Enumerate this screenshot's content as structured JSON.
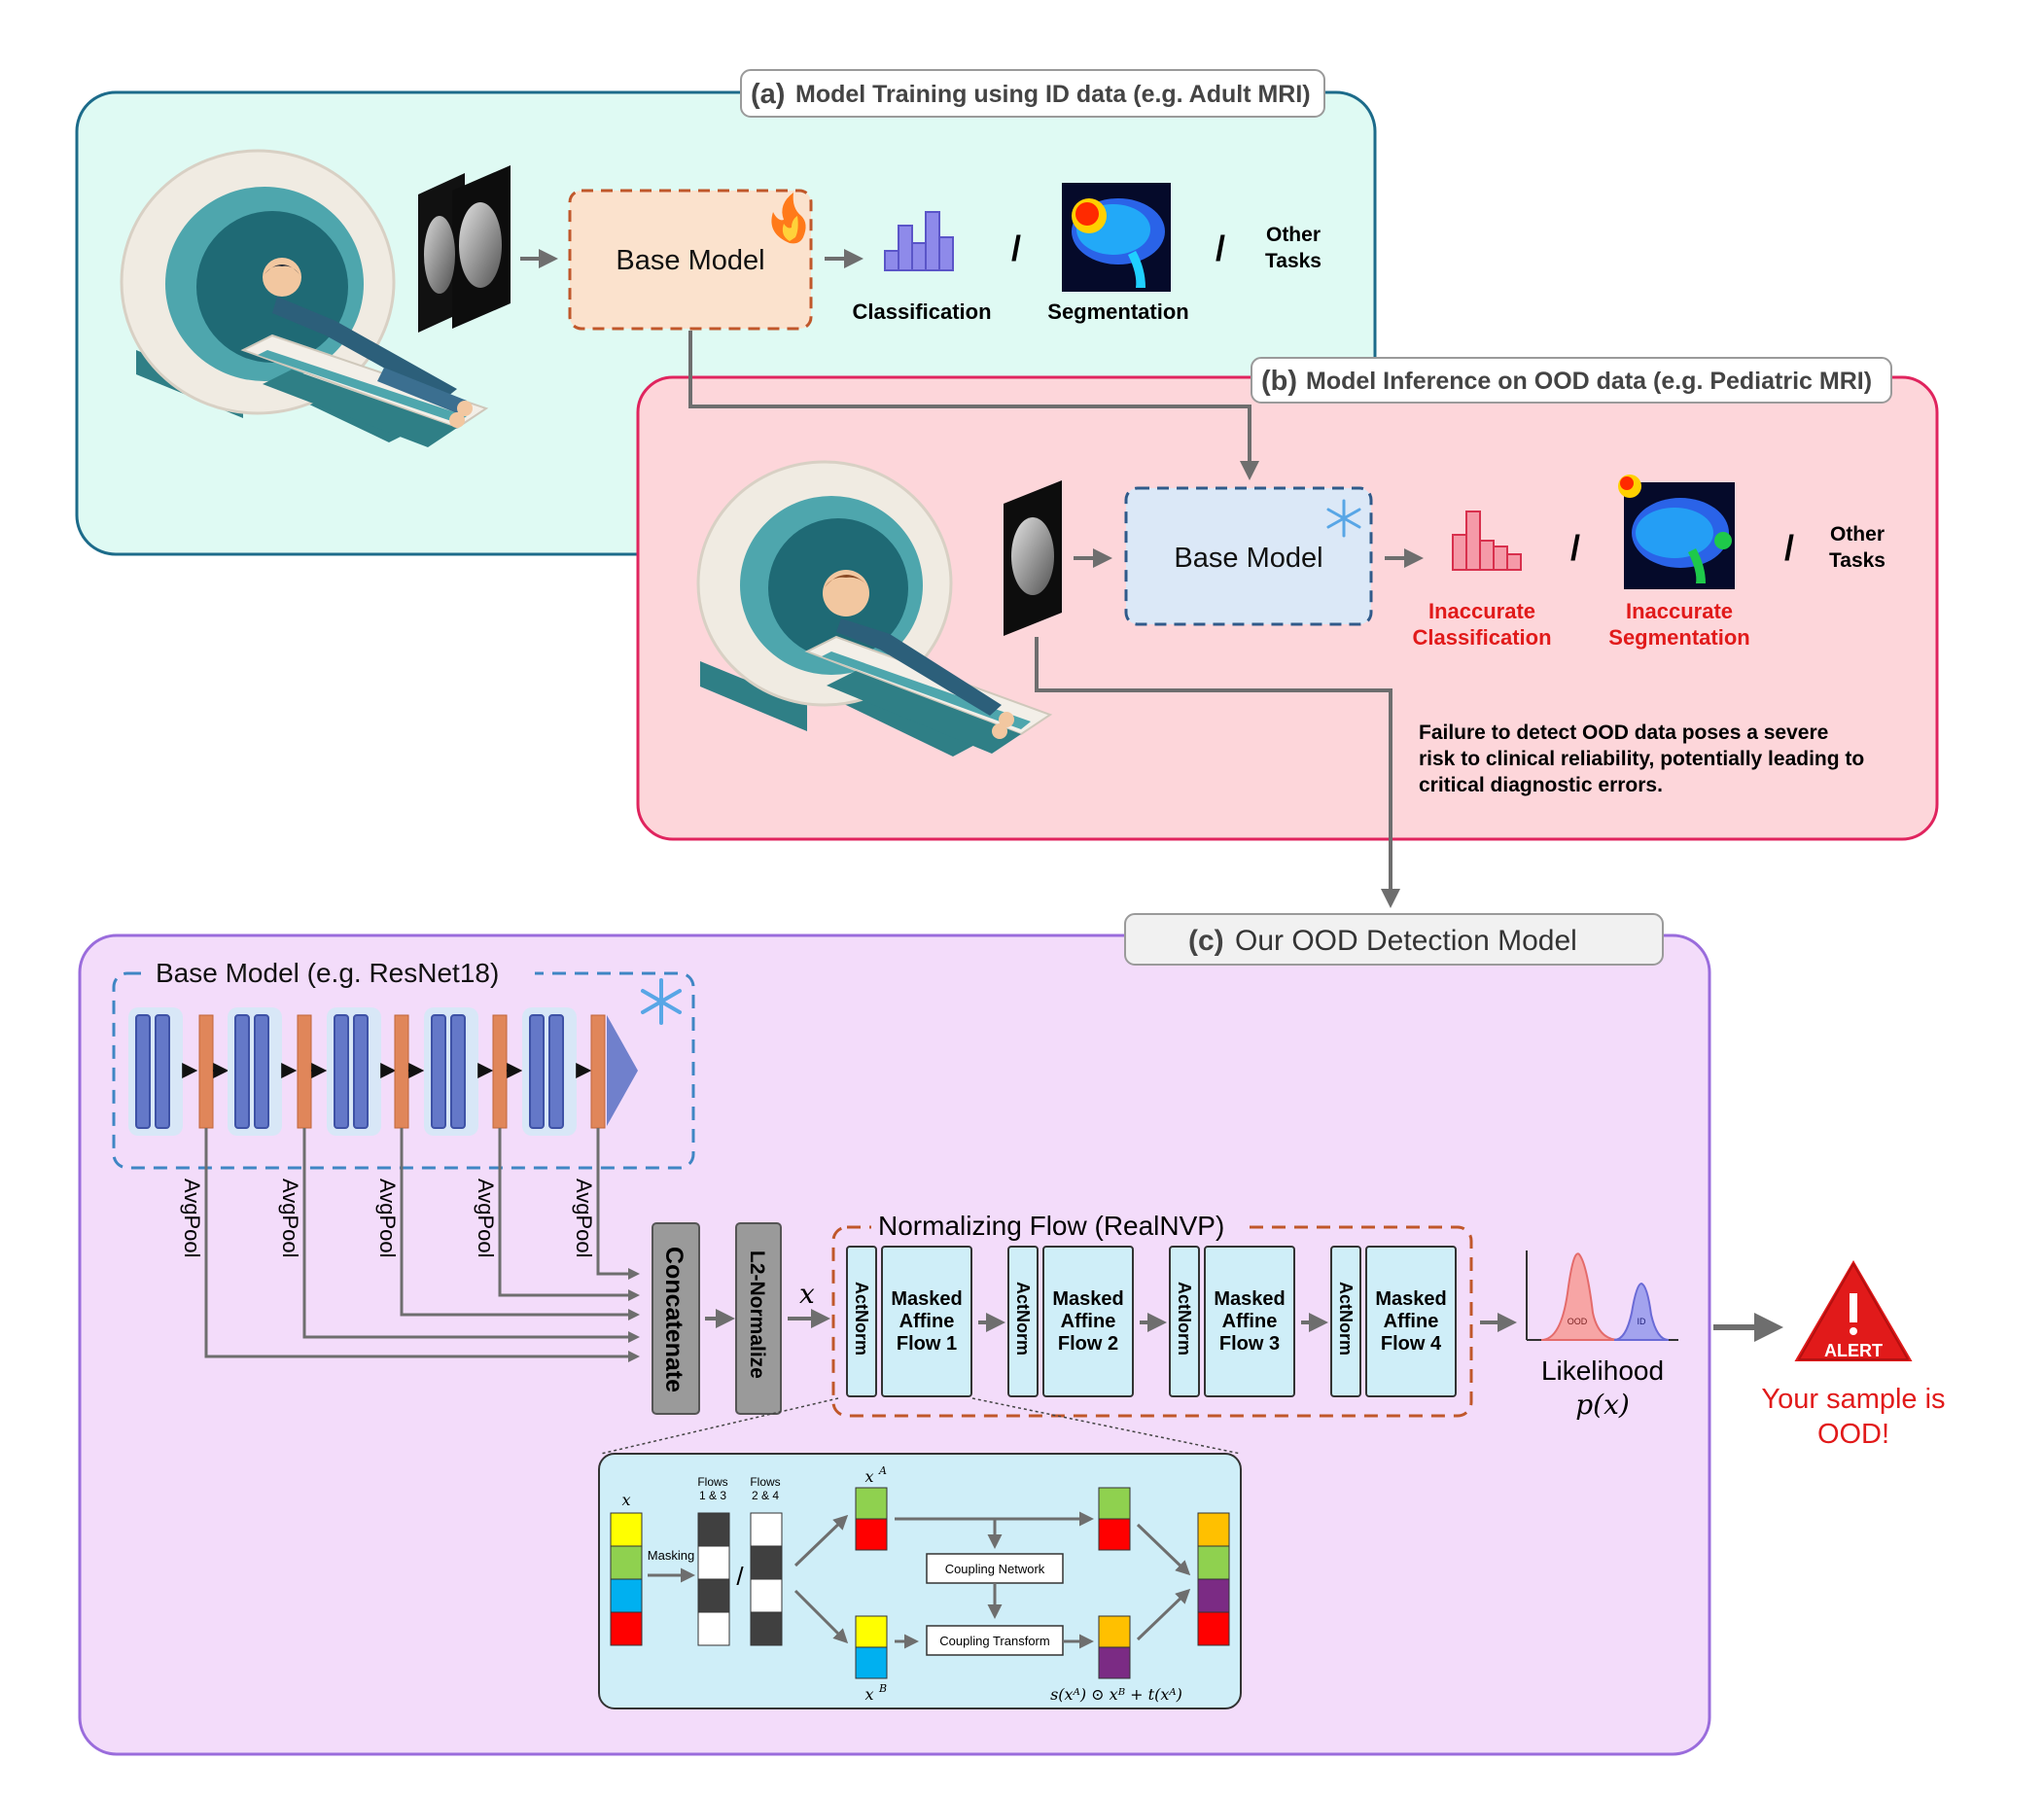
{
  "panel_a": {
    "label": "(a)",
    "title": "Model Training using ID data (e.g. Adult MRI)",
    "model": "Base Model",
    "out_classification": "Classification",
    "out_segmentation": "Segmentation",
    "sep": "/",
    "other1": "Other",
    "other2": "Tasks"
  },
  "panel_b": {
    "label": "(b)",
    "title": "Model Inference on OOD data (e.g. Pediatric MRI)",
    "model": "Base Model",
    "inacc1": "Inaccurate",
    "out_classification": "Classification",
    "inacc2": "Inaccurate",
    "out_segmentation": "Segmentation",
    "sep": "/",
    "other1": "Other",
    "other2": "Tasks",
    "warning_lines": [
      "Failure to detect OOD data poses a severe",
      "risk to clinical reliability, potentially leading to",
      "critical diagnostic errors."
    ]
  },
  "panel_c": {
    "label": "(c)",
    "title": "Our OOD Detection Model",
    "base_model_title": "Base Model (e.g. ResNet18)",
    "avgpool": "AvgPool",
    "concatenate": "Concatenate",
    "l2norm": "L2-Normalize",
    "x_symbol": "x",
    "flow_title": "Normalizing Flow (RealNVP)",
    "actnorm": "ActNorm",
    "flows": [
      [
        "Masked",
        "Affine",
        "Flow 1"
      ],
      [
        "Masked",
        "Affine",
        "Flow 2"
      ],
      [
        "Masked",
        "Affine",
        "Flow 3"
      ],
      [
        "Masked",
        "Affine",
        "Flow 4"
      ]
    ],
    "likelihood": "Likelihood",
    "px": "p(x)",
    "dist_ood": "OOD",
    "dist_id": "ID",
    "alert_word": "ALERT",
    "alert_line1": "Your sample is",
    "alert_line2": "OOD!"
  },
  "detail": {
    "x": "x",
    "masking": "Masking",
    "flows13_1": "Flows",
    "flows13_2": "1 & 3",
    "flows24_1": "Flows",
    "flows24_2": "2 & 4",
    "slash": "/",
    "xA": "x",
    "xA_sup": "A",
    "xB": "x",
    "xB_sup": "B",
    "coupling_network": "Coupling Network",
    "coupling_transform": "Coupling Transform",
    "formula": "s(xᴬ) ⊙ xᴮ + t(xᴬ)"
  },
  "colors": {
    "panel_a_fill": "#dffaf3",
    "panel_a_stroke": "#1c6b8a",
    "panel_b_fill": "#fdd6da",
    "panel_b_stroke": "#e0245e",
    "panel_c_fill": "#f3dcfa",
    "panel_c_stroke": "#9a6cdc",
    "alert_red": "#e11a1a"
  }
}
